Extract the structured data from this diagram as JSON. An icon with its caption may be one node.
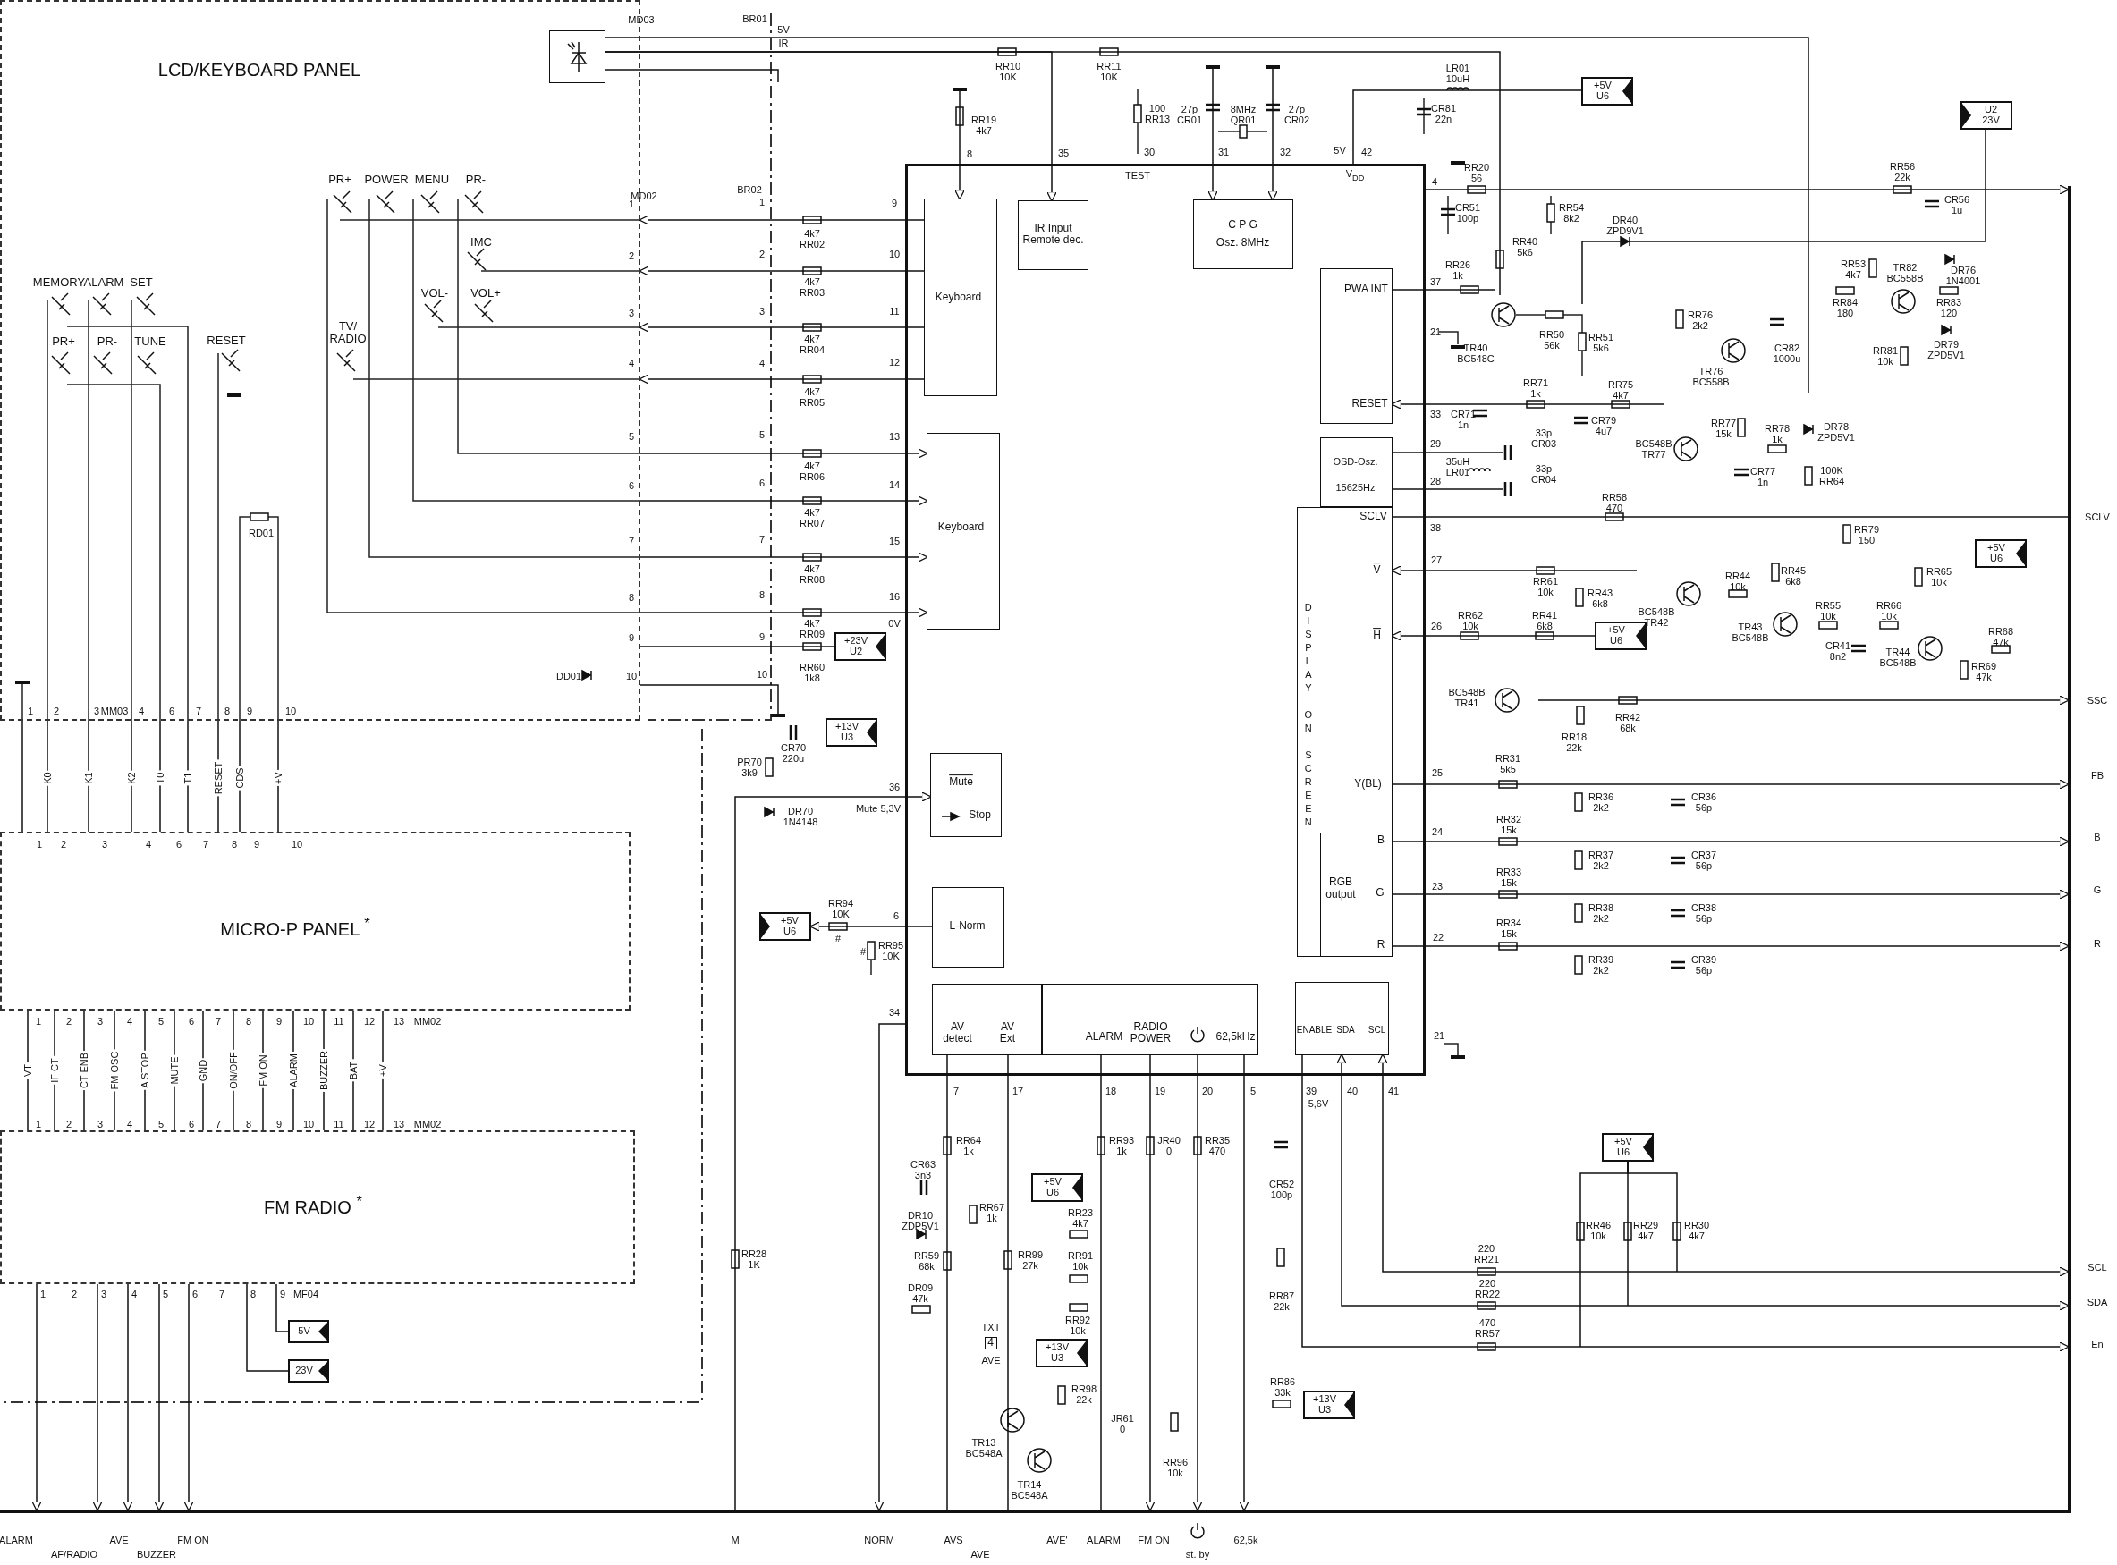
{
  "diagram": {
    "nodes": [
      {
        "text": [
          "LCD/KEYBOARD PANEL"
        ]
      },
      {
        "text": [],
        "shape": "box",
        "in": 0
      },
      {
        "text": [
          "MICRO-P PANEL $^{*}$"
        ]
      },
      {
        "text": [
          "FM RADIO $^{*}$"
        ]
      },
      {
        "text": [],
        "shape": "box"
      },
      {
        "text": [
          "Keyboard"
        ],
        "in": 4
      },
      {
        "text": [
          "IR Input Remote dec."
        ],
        "in": 4
      },
      {
        "text": [
          "C P G",
          "Osz. 8MHz"
        ],
        "in": 4
      },
      {
        "text": [
          "PWA INT",
          "RESET"
        ],
        "in": 4
      },
      {
        "text": [
          "Keyboard"
        ],
        "in": 4
      },
      {
        "text": [
          "OSD-Osz.",
          "15625Hz"
        ],
        "in": 4
      },
      {
        "text": [
          "DISPLAY ON SCREEN",
          "SCLV",
          "V",
          "H",
          "Y(BL)"
        ],
        "in": 4
      },
      {
        "text": [
          "RGB output",
          "B",
          "G",
          "R"
        ],
        "in": 11
      },
      {
        "text": [
          "Mute",
          "Stop"
        ],
        "in": 4
      },
      {
        "text": [
          "L-Norm"
        ],
        "in": 4
      },
      {
        "text": [
          "AV detect",
          "AV Ext"
        ],
        "in": 4
      },
      {
        "text": [
          "ALARM",
          "RADIO POWER",
          "62,5kHz"
        ],
        "in": 4
      },
      {
        "text": [
          "ENABLE",
          "SDA",
          "SCL"
        ],
        "in": 4
      },
      {
        "text": [
          "+5V U6"
        ]
      },
      {
        "text": [
          "U2 23V"
        ]
      },
      {
        "text": [
          "+23V U2"
        ]
      },
      {
        "text": [
          "+13V U3"
        ]
      },
      {
        "text": [
          "+5V U6"
        ]
      },
      {
        "text": [
          "+5V U6"
        ]
      },
      {
        "text": [
          "+5V U6"
        ]
      },
      {
        "text": [
          "+5V U6"
        ]
      },
      {
        "text": [
          "+5V U6"
        ]
      },
      {
        "text": [
          "+13V U3"
        ]
      },
      {
        "text": [
          "+13V U3"
        ]
      },
      {
        "text": [
          "5V"
        ]
      },
      {
        "text": [
          "23V"
        ]
      },
      {
        "text": [
          "4"
        ],
        "beside": [
          "TXT",
          "AVE"
        ]
      },
      {
        "text": [],
        "shape": "bar"
      },
      {
        "text": [],
        "shape": "bar"
      }
    ],
    "edges": [
      {
        "from": 0,
        "to": 2,
        "arrow": "none"
      },
      {
        "from": 0,
        "to": 2,
        "arrow": "none",
        "label": "K0"
      },
      {
        "from": 0,
        "to": 2,
        "arrow": "none",
        "label": "K1"
      },
      {
        "from": 0,
        "to": 2,
        "arrow": "none",
        "label": "K2"
      },
      {
        "from": 0,
        "to": 2,
        "arrow": "none",
        "label": "T0"
      },
      {
        "from": 0,
        "to": 2,
        "arrow": "none",
        "label": "T1"
      },
      {
        "from": 0,
        "to": 2,
        "arrow": "none",
        "label": "RESET"
      },
      {
        "from": 0,
        "to": 2,
        "arrow": "none",
        "label": "CDS"
      },
      {
        "from": 0,
        "to": 2,
        "arrow": "none",
        "label": "+V"
      },
      {
        "from": 2,
        "to": 3,
        "arrow": "none",
        "label": "VT"
      },
      {
        "from": 2,
        "to": 3,
        "arrow": "none",
        "label": "IF CT"
      },
      {
        "from": 2,
        "to": 3,
        "arrow": "none",
        "label": "CT ENB"
      },
      {
        "from": 2,
        "to": 3,
        "arrow": "none",
        "label": "FM OSC"
      },
      {
        "from": 2,
        "to": 3,
        "arrow": "none",
        "label": "A STOP"
      },
      {
        "from": 2,
        "to": 3,
        "arrow": "none",
        "label": "MUTE"
      },
      {
        "from": 2,
        "to": 3,
        "arrow": "none",
        "label": "GND"
      },
      {
        "from": 2,
        "to": 3,
        "arrow": "none",
        "label": "ON/OFF"
      },
      {
        "from": 2,
        "to": 3,
        "arrow": "none",
        "label": "FM ON"
      },
      {
        "from": 2,
        "to": 3,
        "arrow": "none",
        "label": "ALARM"
      },
      {
        "from": 2,
        "to": 3,
        "arrow": "none",
        "label": "BUZZER"
      },
      {
        "from": 2,
        "to": 3,
        "arrow": "none",
        "label": "BAT"
      },
      {
        "from": 2,
        "to": 3,
        "arrow": "none",
        "label": "+V"
      },
      {
        "from": 5,
        "to": 0,
        "arrow": "to"
      },
      {
        "from": 5,
        "to": 0,
        "arrow": "to"
      },
      {
        "from": 5,
        "to": 0,
        "arrow": "to"
      },
      {
        "from": 5,
        "to": 0,
        "arrow": "to"
      },
      {
        "from": 0,
        "to": 9,
        "arrow": "to"
      },
      {
        "from": 0,
        "to": 9,
        "arrow": "to"
      },
      {
        "from": 0,
        "to": 9,
        "arrow": "to"
      },
      {
        "from": 0,
        "to": 9,
        "arrow": "to"
      },
      {
        "from": 3,
        "to": 29,
        "arrow": "none"
      },
      {
        "from": 3,
        "to": 30,
        "arrow": "none"
      },
      {
        "from": null,
        "to": 5,
        "arrow": "to"
      },
      {
        "from": 1,
        "to": 6,
        "arrow": "to"
      },
      {
        "from": null,
        "to": 7,
        "arrow": "to"
      },
      {
        "from": null,
        "to": 7,
        "arrow": "to"
      },
      {
        "from": null,
        "to": 8,
        "arrow": "to"
      },
      {
        "from": 8,
        "to": null,
        "arrow": "none"
      },
      {
        "from": 10,
        "to": null,
        "arrow": "none"
      },
      {
        "from": 10,
        "to": null,
        "arrow": "none"
      },
      {
        "from": 11,
        "to": 33,
        "arrow": "none"
      },
      {
        "from": null,
        "to": 11,
        "arrow": "to"
      },
      {
        "from": 23,
        "to": 11,
        "arrow": "to"
      },
      {
        "from": 11,
        "to": 33,
        "arrow": "to"
      },
      {
        "from": 12,
        "to": 33,
        "arrow": "to"
      },
      {
        "from": 12,
        "to": 33,
        "arrow": "to"
      },
      {
        "from": 12,
        "to": 33,
        "arrow": "to"
      },
      {
        "from": 32,
        "to": 13,
        "arrow": "to"
      },
      {
        "from": 14,
        "to": 25,
        "arrow": "to"
      },
      {
        "from": 15,
        "to": 32,
        "arrow": "none"
      },
      {
        "from": 15,
        "to": 32,
        "arrow": "none"
      },
      {
        "from": 16,
        "to": 32,
        "arrow": "none"
      },
      {
        "from": 16,
        "to": 32,
        "arrow": "to"
      },
      {
        "from": 16,
        "to": 32,
        "arrow": "to"
      },
      {
        "from": 16,
        "to": 32,
        "arrow": "to"
      },
      {
        "from": 17,
        "to": 33,
        "arrow": "to"
      },
      {
        "from": 17,
        "to": 33,
        "arrow": "both"
      },
      {
        "from": 17,
        "to": 33,
        "arrow": "both"
      },
      {
        "from": 1,
        "to": null,
        "arrow": "none"
      },
      {
        "from": 1,
        "to": null,
        "arrow": "none"
      },
      {
        "from": 1,
        "to": null,
        "arrow": "none"
      },
      {
        "from": 4,
        "to": 18,
        "arrow": "none"
      },
      {
        "from": 0,
        "to": 20,
        "arrow": "none"
      },
      {
        "from": 0,
        "to": null,
        "arrow": "none"
      },
      {
        "from": 3,
        "to": 32,
        "arrow": "to"
      },
      {
        "from": 3,
        "to": 32,
        "arrow": "to"
      },
      {
        "from": 3,
        "to": 32,
        "arrow": "to"
      },
      {
        "from": 3,
        "to": 32,
        "arrow": "to"
      },
      {
        "from": 3,
        "to": 32,
        "arrow": "to"
      },
      {
        "from": 19,
        "to": null,
        "arrow": "none"
      },
      {
        "from": 24,
        "to": null,
        "arrow": "none"
      },
      {
        "from": 24,
        "to": null,
        "arrow": "none"
      },
      {
        "from": 24,
        "to": null,
        "arrow": "none"
      },
      {
        "from": 4,
        "to": 33,
        "arrow": "to"
      },
      {
        "from": null,
        "to": 33,
        "arrow": "to"
      },
      {
        "from": 4,
        "to": 32,
        "arrow": "to"
      }
    ],
    "labels": [
      "MD03",
      "BR01",
      "5V",
      "IR",
      "RR10 10K",
      "RR11 10K",
      "RR19 4k7",
      "100 RR13",
      "27p CR01",
      "8MHz QR01",
      "27p CR02",
      "8",
      "35",
      "30",
      "31",
      "32",
      "5V",
      "42",
      "TEST",
      "V$_{DD}$",
      "LR01 10uH",
      "CR81 22n",
      "RR56 22k",
      "CR56 1u",
      "PR+",
      "POWER",
      "MENU",
      "PR-",
      "MD02",
      "BR02",
      "4",
      "RR20 56",
      "CR51 100p",
      "RR54 8k2",
      "DR40 ZPD9V1",
      "IMC",
      "RR40 5k6",
      "MEMORY",
      "ALARM",
      "SET",
      "37",
      "RR26 1k",
      "RR53 4k7",
      "TR82 BC558B",
      "DR76 1N4001",
      "VOL-",
      "VOL+",
      "RR76 2k2",
      "RR84 180",
      "RR83 120",
      "21",
      "TR40 BC548C",
      "RR50 56k",
      "RR51 5k6",
      "CR82 1000u",
      "RR81 10k",
      "DR79 ZPD5V1",
      "TV/ RADIO",
      "PR+",
      "PR-",
      "TUNE",
      "RESET",
      "RR71 1k",
      "RR75 4k7",
      "TR76 BC558B",
      "33",
      "CR71 1n",
      "33p CR03",
      "CR79 4u7",
      "RR77 15k",
      "RR78 1k",
      "DR78 ZPD5V1",
      "29",
      "BC548B TR77",
      "28",
      "35uH LR01",
      "33p CR04",
      "CR77 1n",
      "100K RR64",
      "RR58 470",
      "SCLV",
      "RD01",
      "38",
      "RR79 150",
      "27",
      "RR61 10k",
      "RR43 6k8",
      "RR44 10k",
      "RR45 6k8",
      "RR65 10k",
      "26",
      "RR62 10k",
      "RR41 6k8",
      "BC548B TR42",
      "TR43 BC548B",
      "RR55 10k",
      "RR66 10k",
      "RR68 47k",
      "CR41 8n2",
      "TR44 BC548B",
      "DD01",
      "RR60 1k8",
      "RR69 47k",
      "BC548B TR41",
      "SSC",
      "RR18 22k",
      "RR42 68k",
      "1",
      "2",
      "3",
      "MM03",
      "4",
      "6",
      "7",
      "8",
      "9",
      "10",
      "1",
      "2",
      "3",
      "4",
      "5",
      "6",
      "7",
      "8",
      "9",
      "10",
      "1",
      "2",
      "3",
      "4",
      "5",
      "6",
      "7",
      "8",
      "9",
      "10",
      "4k7 RR02",
      "4k7 RR03",
      "4k7 RR04",
      "4k7 RR05",
      "4k7 RR06",
      "4k7 RR07",
      "4k7 RR08",
      "4k7 RR09",
      "9",
      "10",
      "11",
      "12",
      "13",
      "14",
      "15",
      "16",
      "0V",
      "CR70 220u",
      "PR70 3k9",
      "36",
      "Mute 5,3V",
      "DR70 1N4148",
      "RR31 5k5",
      "25",
      "FB",
      "RR36 2k2",
      "CR36 56p",
      "RR32 15k",
      "24",
      "B",
      "RR37 2k2",
      "CR37 56p",
      "RR33 15k",
      "23",
      "G",
      "RR38 2k2",
      "CR38 56p",
      "RR34 15k",
      "22",
      "R",
      "RR39 2k2",
      "CR39 56p",
      "RR94 10K",
      "6",
      "#",
      "#",
      "RR95 10K",
      "34",
      "21",
      "7",
      "17",
      "18",
      "19",
      "20",
      "5",
      "39",
      "5,6V",
      "40",
      "41",
      "RR64 1k",
      "RR93 1k",
      "JR40 0",
      "RR35 470",
      "CR63 3n3",
      "CR52 100p",
      "DR10 ZDP5V1",
      "RR67 1k",
      "RR23 4k7",
      "RR46 10k",
      "RR29 4k7",
      "RR30 4k7",
      "RR28 1K",
      "RR59 68k",
      "RR99 27k",
      "RR91 10k",
      "220 RR21",
      "SCL",
      "DR09 47k",
      "RR87 22k",
      "220 RR22",
      "SDA",
      "RR92 10k",
      "470 RR57",
      "En",
      "RR98 22k",
      "RR86 33k",
      "JR61 0",
      "TR13 BC548A",
      "RR96 10k",
      "TR14 BC548A",
      "1",
      "2",
      "3",
      "4",
      "6",
      "7",
      "8",
      "9",
      "10",
      "1",
      "2",
      "3",
      "4",
      "5",
      "6",
      "7",
      "8",
      "9",
      "10",
      "11",
      "12",
      "13",
      "MM02",
      "1",
      "2",
      "3",
      "4",
      "5",
      "6",
      "7",
      "8",
      "9",
      "10",
      "11",
      "12",
      "13",
      "MM02",
      "1",
      "2",
      "3",
      "4",
      "5",
      "6",
      "7",
      "8",
      "9",
      "MF04",
      "ALARM",
      "AF/RADIO",
      "AVE",
      "BUZZER",
      "FM ON",
      "M",
      "NORM",
      "AVS",
      "AVE",
      "AVE'",
      "ALARM",
      "FM ON",
      "st. by",
      "62,5k"
    ]
  }
}
